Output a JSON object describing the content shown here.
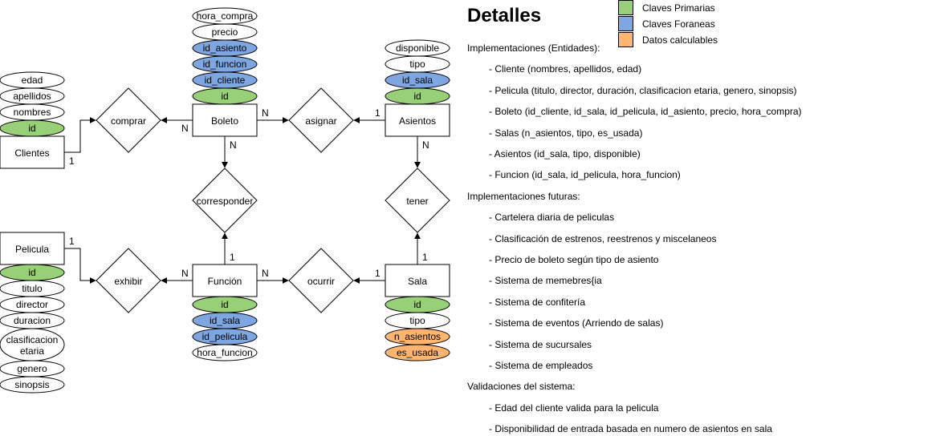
{
  "colors": {
    "primary_key": "#97d077",
    "foreign_key": "#7ea6e0",
    "calculable": "#ffb570",
    "line": "#000000"
  },
  "legend": [
    {
      "label": "Claves Primarias",
      "color": "#97d077"
    },
    {
      "label": "Claves Foraneas",
      "color": "#7ea6e0"
    },
    {
      "label": "Datos calculables",
      "color": "#ffb570"
    }
  ],
  "entities": {
    "clientes": "Clientes",
    "boleto": "Boleto",
    "asientos": "Asientos",
    "pelicula": "Pelicula",
    "funcion": "Función",
    "sala": "Sala"
  },
  "relationships": {
    "comprar": "comprar",
    "asignar": "asignar",
    "corresponder": "corresponder",
    "tener": "tener",
    "exhibir": "exhibir",
    "ocurrir": "ocurrir"
  },
  "attributes": {
    "clientes": [
      {
        "label": "edad",
        "kind": "plain"
      },
      {
        "label": "apellidos",
        "kind": "plain"
      },
      {
        "label": "nombres",
        "kind": "plain"
      },
      {
        "label": "id",
        "kind": "primary"
      }
    ],
    "boleto": [
      {
        "label": "hora_compra",
        "kind": "plain"
      },
      {
        "label": "precio",
        "kind": "plain"
      },
      {
        "label": "id_asiento",
        "kind": "foreign"
      },
      {
        "label": "id_funcion",
        "kind": "foreign"
      },
      {
        "label": "id_cliente",
        "kind": "foreign"
      },
      {
        "label": "id",
        "kind": "primary"
      }
    ],
    "asientos": [
      {
        "label": "disponible",
        "kind": "plain"
      },
      {
        "label": "tipo",
        "kind": "plain"
      },
      {
        "label": "id_sala",
        "kind": "foreign"
      },
      {
        "label": "id",
        "kind": "primary"
      }
    ],
    "pelicula": [
      {
        "label": "id",
        "kind": "primary"
      },
      {
        "label": "titulo",
        "kind": "plain"
      },
      {
        "label": "director",
        "kind": "plain"
      },
      {
        "label": "duracion",
        "kind": "plain"
      },
      {
        "label": "clasificacion etaria",
        "kind": "plain"
      },
      {
        "label": "genero",
        "kind": "plain"
      },
      {
        "label": "sinopsis",
        "kind": "plain"
      }
    ],
    "funcion": [
      {
        "label": "id",
        "kind": "primary"
      },
      {
        "label": "id_sala",
        "kind": "foreign"
      },
      {
        "label": "id_pelicula",
        "kind": "foreign"
      },
      {
        "label": "hora_funcion",
        "kind": "plain"
      }
    ],
    "sala": [
      {
        "label": "id",
        "kind": "primary"
      },
      {
        "label": "tipo",
        "kind": "plain"
      },
      {
        "label": "n_asientos",
        "kind": "calculable"
      },
      {
        "label": "es_usada",
        "kind": "calculable"
      }
    ]
  },
  "cardinalities": {
    "boleto_comprar": "N",
    "clientes_comprar": "1",
    "boleto_asignar": "N",
    "asientos_asignar": "1",
    "boleto_corresponder": "N",
    "funcion_corresponder": "1",
    "asientos_tener": "N",
    "sala_tener": "1",
    "pelicula_exhibir": "1",
    "funcion_exhibir": "N",
    "funcion_ocurrir": "N",
    "sala_ocurrir": "1"
  },
  "details": {
    "title": "Detalles",
    "lines": [
      {
        "text": "Implementaciones (Entidades):",
        "indent": false
      },
      {
        "text": "- Cliente (nombres, apellidos, edad)",
        "indent": true
      },
      {
        "text": "- Pelicula (titulo, director, duración, clasificacion etaria, genero, sinopsis)",
        "indent": true
      },
      {
        "text": "- Boleto (id_cliente, id_sala, id_pelicula, id_asiento, precio, hora_compra)",
        "indent": true
      },
      {
        "text": "- Salas (n_asientos, tipo, es_usada)",
        "indent": true
      },
      {
        "text": "- Asientos (id_sala, tipo, disponible)",
        "indent": true
      },
      {
        "text": "- Funcion (id_sala, id_pelicula, hora_funcion)",
        "indent": true
      },
      {
        "text": "Implementaciones futuras:",
        "indent": false
      },
      {
        "text": "- Cartelera diaria de peliculas",
        "indent": true
      },
      {
        "text": "- Clasificación de estrenos, reestrenos y miscelaneos",
        "indent": true
      },
      {
        "text": "- Precio de boleto según tipo de asiento",
        "indent": true
      },
      {
        "text": "- Sistema de memebres{ia",
        "indent": true
      },
      {
        "text": "- Sistema de confitería",
        "indent": true
      },
      {
        "text": "- Sistema de eventos (Arriendo de salas)",
        "indent": true
      },
      {
        "text": "- Sistema de sucursales",
        "indent": true
      },
      {
        "text": "- Sistema de empleados",
        "indent": true
      },
      {
        "text": "Validaciones del sistema:",
        "indent": false
      },
      {
        "text": "- Edad del cliente valida para la pelicula",
        "indent": true
      },
      {
        "text": "- Disponibilidad de entrada basada en numero de asientos en sala",
        "indent": true
      }
    ]
  }
}
